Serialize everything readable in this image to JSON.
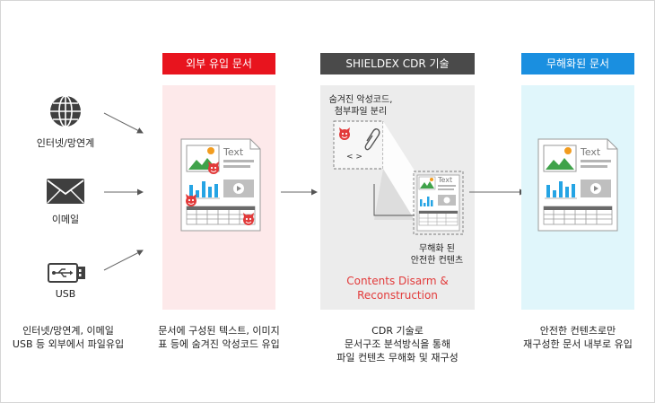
{
  "sources": {
    "internet_label": "인터넷/망연계",
    "email_label": "이메일",
    "usb_label": "USB",
    "caption_line1": "인터넷/망연계, 이메일",
    "caption_line2": "USB 등 외부에서 파일유입"
  },
  "external": {
    "header": "외부 유입 문서",
    "doc_text": "Text",
    "caption_line1": "문서에 구성된 텍스트, 이미지",
    "caption_line2": "표 등에 숨겨진 악성코드 유입"
  },
  "cdr": {
    "header": "SHIELDEX CDR 기술",
    "hidden_line1": "숨겨진 악성코드,",
    "hidden_line2": "첨부파일 분리",
    "code_glyph": "< >",
    "doc_text": "Text",
    "clean_line1": "무해화 된",
    "clean_line2": "안전한 컨텐츠",
    "cdr_line1": "Contents Disarm &",
    "cdr_line2": "Reconstruction",
    "caption_line1": "CDR 기술로",
    "caption_line2": "문서구조 분석방식을 통해",
    "caption_line3": "파일 컨텐츠 무해화 및 재구성"
  },
  "safe": {
    "header": "무해화된 문서",
    "doc_text": "Text",
    "caption_line1": "안전한 컨텐츠로만",
    "caption_line2": "재구성한 문서 내부로 유입"
  },
  "colors": {
    "red_header": "#e8141e",
    "gray_header": "#4a4a4a",
    "blue_header": "#1a8fe0",
    "pink_panel": "#fde9ea",
    "gray_panel": "#ececec",
    "blue_panel": "#e0f6fb",
    "accent_red": "#e23a3a"
  }
}
